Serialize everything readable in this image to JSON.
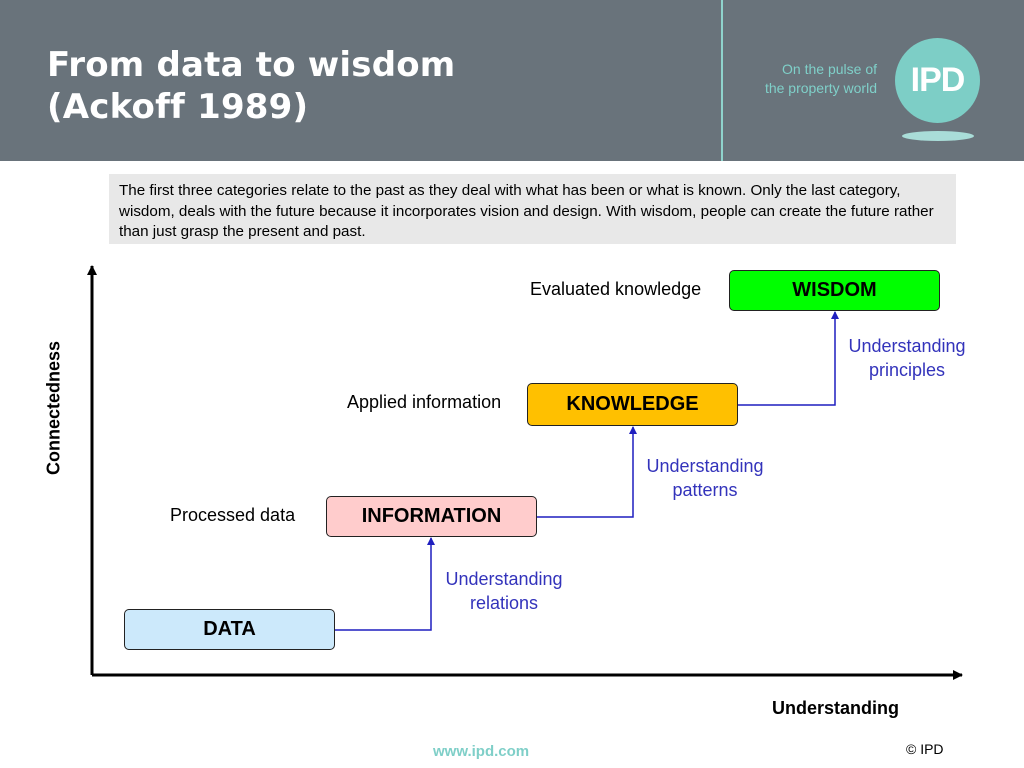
{
  "header": {
    "title_line1": "From data to wisdom",
    "title_line2": "(Ackoff 1989)",
    "tagline_line1": "On the pulse of",
    "tagline_line2": "the property world",
    "logo_text": "IPD"
  },
  "intro": {
    "text": "The first three categories relate to the past as they deal with what has been or what is known. Only the last category, wisdom, deals with the future because it incorporates vision and design. With wisdom, people can create the future rather than just grasp the present and past."
  },
  "diagram": {
    "levels": [
      {
        "box": "DATA",
        "color": "#cce9fb"
      },
      {
        "box": "INFORMATION",
        "side_label": "Processed data",
        "color": "#ffcccc"
      },
      {
        "box": "KNOWLEDGE",
        "side_label": "Applied information",
        "color": "#ffc000"
      },
      {
        "box": "WISDOM",
        "side_label": "Evaluated knowledge",
        "color": "#00ff00"
      }
    ],
    "transitions": [
      {
        "line1": "Understanding",
        "line2": "relations"
      },
      {
        "line1": "Understanding",
        "line2": "patterns"
      },
      {
        "line1": "Understanding",
        "line2": "principles"
      }
    ],
    "x_axis_label": "Understanding",
    "y_axis_label": "Connectedness",
    "connector_color": "#1f1fbf"
  },
  "footer": {
    "url": "www.ipd.com",
    "copyright": "© IPD"
  }
}
